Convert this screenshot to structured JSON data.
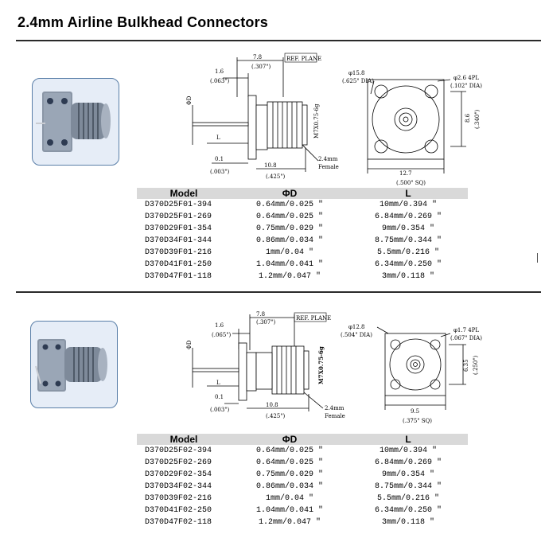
{
  "page": {
    "title": "2.4mm Airline Bulkhead Connectors"
  },
  "colors": {
    "header_bg": "#d9d9d9",
    "photo_frame": "#5a7fa8",
    "rule": "#2a2a2a"
  },
  "sections": [
    {
      "photo_icon": "connector-photo-icon",
      "drawing": {
        "dim_7_8": "7.8",
        "dim_307": "(.307\")",
        "ref_plane": "REF. PLANE",
        "dim_1_6": "1.6",
        "dim_063": "(.063\")",
        "phi_d": "ΦD",
        "l": "L",
        "dim_0_1": "0.1",
        "dim_003": "(.003\")",
        "dim_10_8": "10.8",
        "dim_425": "(.425\")",
        "thread": "M7X0.75-6g",
        "bore_mm": "2.4mm",
        "bore_type": "Female",
        "flange_dia": "φ15.8",
        "flange_dia_in": "(.625\" DIA)",
        "hole_dia": "φ2.6  4PL",
        "hole_dia_in": "(.102\" DIA)",
        "hole_spacing": "8.6",
        "hole_spacing_in": "(.340\")",
        "flange_sq": "12.7",
        "flange_sq_in": "(.500\" SQ)"
      },
      "headers": [
        "Model",
        "ΦD",
        "L"
      ],
      "rows": [
        [
          "D370D25F01-394",
          "0.64mm/0.025 \"",
          "10mm/0.394 \""
        ],
        [
          "D370D25F01-269",
          "0.64mm/0.025 \"",
          "6.84mm/0.269 \""
        ],
        [
          "D370D29F01-354",
          "0.75mm/0.029 \"",
          "9mm/0.354 \""
        ],
        [
          "D370D34F01-344",
          "0.86mm/0.034 \"",
          "8.75mm/0.344 \""
        ],
        [
          "D370D39F01-216",
          "1mm/0.04 \"",
          "5.5mm/0.216 \""
        ],
        [
          "D370D41F01-250",
          "1.04mm/0.041 \"",
          "6.34mm/0.250 \""
        ],
        [
          "D370D47F01-118",
          "1.2mm/0.047 \"",
          "3mm/0.118 \""
        ]
      ]
    },
    {
      "photo_icon": "connector-photo-icon",
      "drawing": {
        "dim_7_8": "7.8",
        "dim_307": "(.307\")",
        "ref_plane": "REF. PLANE",
        "dim_1_6": "1.6",
        "dim_063": "(.065\")",
        "phi_d": "ΦD",
        "l": "L",
        "dim_0_1": "0.1",
        "dim_003": "(.003\")",
        "dim_10_8": "10.8",
        "dim_425": "(.425\")",
        "thread": "M7X0.75-6g",
        "bore_mm": "2.4mm",
        "bore_type": "Female",
        "flange_dia": "φ12.8",
        "flange_dia_in": "(.504\" DIA)",
        "hole_dia": "φ1.7  4PL",
        "hole_dia_in": "(.067\" DIA)",
        "hole_spacing": "6.35",
        "hole_spacing_in": "(.250\")",
        "flange_sq": "9.5",
        "flange_sq_in": "(.375\" SQ)"
      },
      "headers": [
        "Model",
        "ΦD",
        "L"
      ],
      "rows": [
        [
          "D370D25F02-394",
          "0.64mm/0.025 \"",
          "10mm/0.394 \""
        ],
        [
          "D370D25F02-269",
          "0.64mm/0.025 \"",
          "6.84mm/0.269 \""
        ],
        [
          "D370D29F02-354",
          "0.75mm/0.029 \"",
          "9mm/0.354 \""
        ],
        [
          "D370D34F02-344",
          "0.86mm/0.034 \"",
          "8.75mm/0.344 \""
        ],
        [
          "D370D39F02-216",
          "1mm/0.04 \"",
          "5.5mm/0.216 \""
        ],
        [
          "D370D41F02-250",
          "1.04mm/0.041 \"",
          "6.34mm/0.250 \""
        ],
        [
          "D370D47F02-118",
          "1.2mm/0.047 \"",
          "3mm/0.118 \""
        ]
      ]
    }
  ]
}
